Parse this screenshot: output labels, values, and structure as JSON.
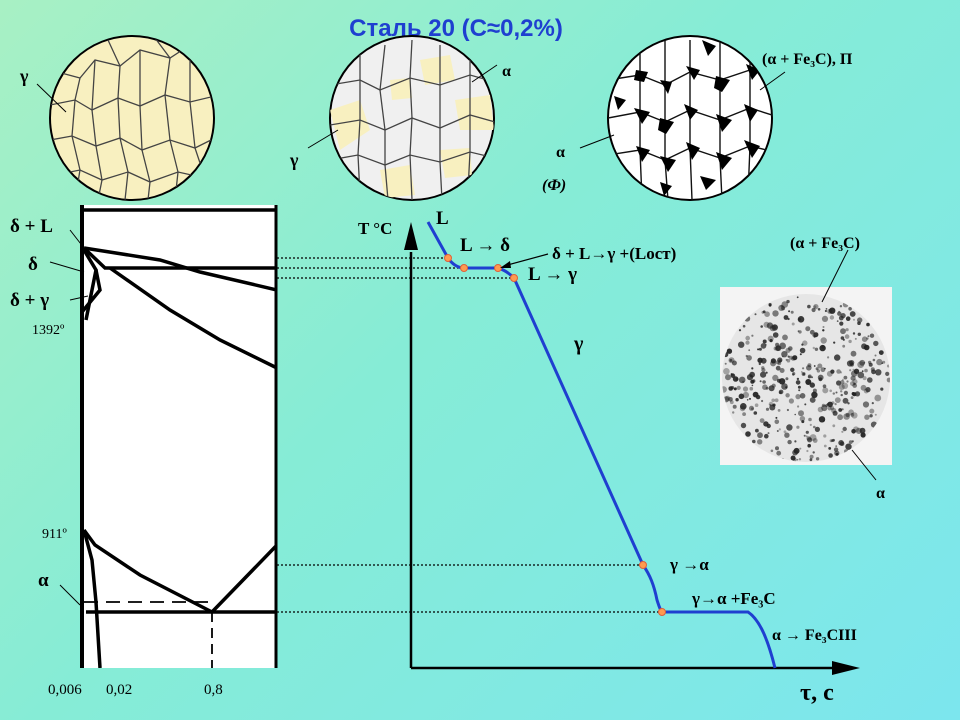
{
  "title": "Сталь 20 (С≈0,2%)",
  "micro1": {
    "label": "γ"
  },
  "micro2": {
    "label_alpha": "α",
    "label_gamma": "γ"
  },
  "micro3": {
    "label_top": "(α + Fe₃C), П",
    "label_alpha": "α",
    "label_phi": "(Ф)"
  },
  "photo": {
    "label_top": "(α + Fe₃C)",
    "label_bottom": "α"
  },
  "phase_diagram": {
    "labels": {
      "dl": "δ + L",
      "d": "δ",
      "dg": "δ + γ",
      "a": "α"
    },
    "temps": {
      "t1392": "1392º",
      "t911": "911º"
    },
    "x_ticks": {
      "c0006": "0,006",
      "c002": "0,02",
      "c08": "0,8"
    }
  },
  "cooling_curve": {
    "y_axis_label": "T °C",
    "x_axis_label": "τ, с",
    "labels": {
      "L": "L",
      "L_to_delta": "L → δ",
      "peritectic": "δ + L→γ +(Lост)",
      "L_to_gamma": "L → γ",
      "gamma": "γ",
      "gamma_to_alpha": "γ →α",
      "eutectoid": "γ→α +Fe₃C",
      "alpha_to_fe3c3": "α → Fe₃CIII"
    }
  },
  "colors": {
    "curve": "#1f3fd0",
    "point": "#ff9a50",
    "grain": "#f8f0c0",
    "title": "#1f3fd0"
  }
}
